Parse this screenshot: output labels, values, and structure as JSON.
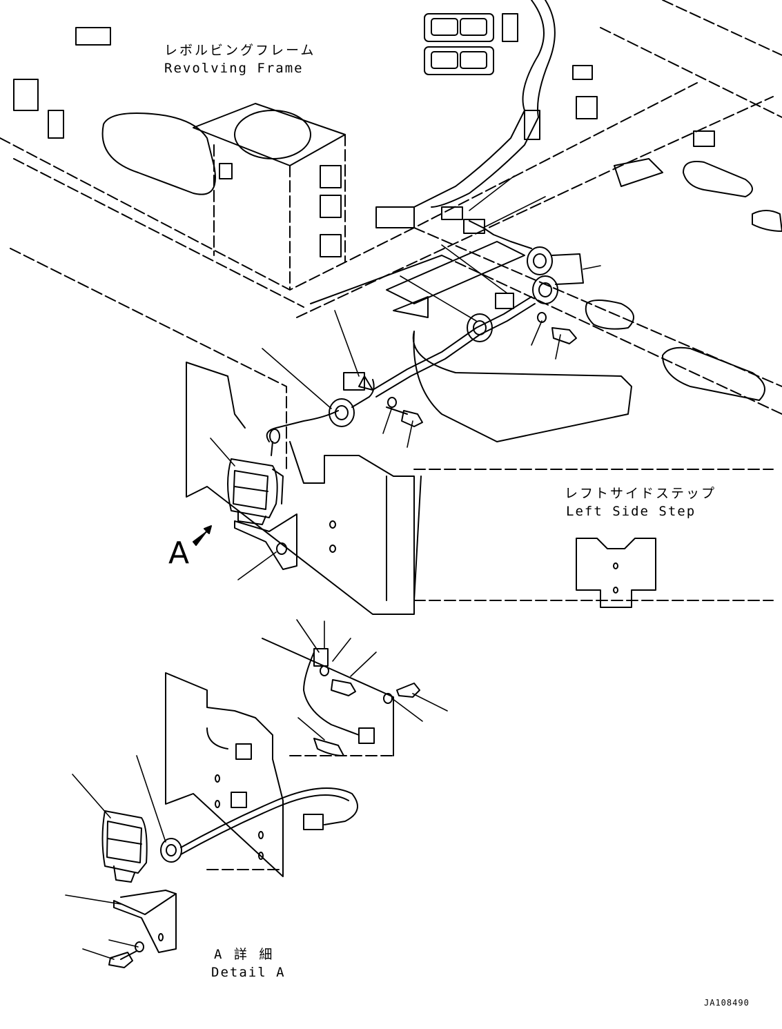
{
  "labels": {
    "revolving_frame_jp": "レボルビングフレーム",
    "revolving_frame_en": "Revolving Frame",
    "left_side_step_jp": "レフトサイドステップ",
    "left_side_step_en": "Left Side Step",
    "view_marker": "A",
    "detail_a_jp": "A 詳 細",
    "detail_a_en": "Detail A",
    "drawing_number": "JA108490"
  },
  "colors": {
    "line": "#000000",
    "background": "#ffffff"
  }
}
